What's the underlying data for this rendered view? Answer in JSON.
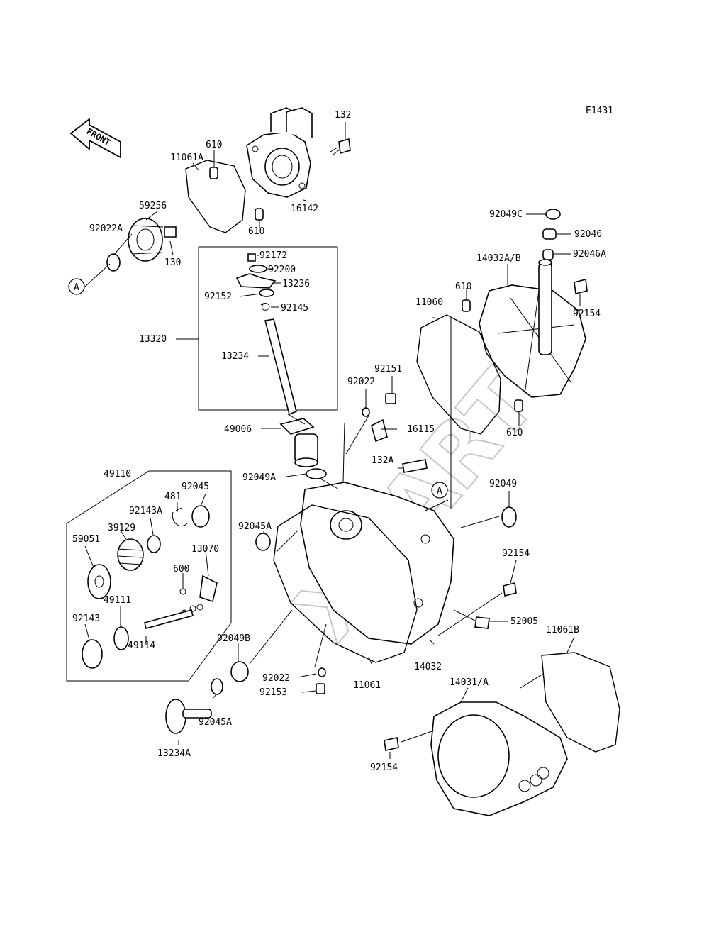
{
  "diagram_code": "E1431",
  "front_label": "FRONT",
  "watermark": "XBARTS",
  "ref_marks": [
    "A",
    "A"
  ],
  "parts": [
    {
      "id": "132",
      "label": "132"
    },
    {
      "id": "610a",
      "label": "610"
    },
    {
      "id": "11061a",
      "label": "11061A"
    },
    {
      "id": "16142",
      "label": "16142"
    },
    {
      "id": "610b",
      "label": "610"
    },
    {
      "id": "59256",
      "label": "59256"
    },
    {
      "id": "92022a",
      "label": "92022A"
    },
    {
      "id": "130",
      "label": "130"
    },
    {
      "id": "92172",
      "label": "92172"
    },
    {
      "id": "92200",
      "label": "92200"
    },
    {
      "id": "13236",
      "label": "13236"
    },
    {
      "id": "92152",
      "label": "92152"
    },
    {
      "id": "92145",
      "label": "92145"
    },
    {
      "id": "13320",
      "label": "13320"
    },
    {
      "id": "13234",
      "label": "13234"
    },
    {
      "id": "49006",
      "label": "49006"
    },
    {
      "id": "92049c",
      "label": "92049C"
    },
    {
      "id": "92046",
      "label": "92046"
    },
    {
      "id": "14032ab",
      "label": "14032A/B"
    },
    {
      "id": "92046a",
      "label": "92046A"
    },
    {
      "id": "610c",
      "label": "610"
    },
    {
      "id": "11060",
      "label": "11060"
    },
    {
      "id": "92154a",
      "label": "92154"
    },
    {
      "id": "92151",
      "label": "92151"
    },
    {
      "id": "92022",
      "label": "92022"
    },
    {
      "id": "16115",
      "label": "16115"
    },
    {
      "id": "610d",
      "label": "610"
    },
    {
      "id": "132a",
      "label": "132A"
    },
    {
      "id": "92049a",
      "label": "92049A"
    },
    {
      "id": "92049",
      "label": "92049"
    },
    {
      "id": "49110",
      "label": "49110"
    },
    {
      "id": "92045",
      "label": "92045"
    },
    {
      "id": "481",
      "label": "481"
    },
    {
      "id": "92143a",
      "label": "92143A"
    },
    {
      "id": "39129",
      "label": "39129"
    },
    {
      "id": "59051",
      "label": "59051"
    },
    {
      "id": "92045a",
      "label": "92045A"
    },
    {
      "id": "13070",
      "label": "13070"
    },
    {
      "id": "600",
      "label": "600"
    },
    {
      "id": "92154b",
      "label": "92154"
    },
    {
      "id": "49111",
      "label": "49111"
    },
    {
      "id": "92143",
      "label": "92143"
    },
    {
      "id": "49114",
      "label": "49114"
    },
    {
      "id": "52005",
      "label": "52005"
    },
    {
      "id": "92049b",
      "label": "92049B"
    },
    {
      "id": "14032",
      "label": "14032"
    },
    {
      "id": "11061b",
      "label": "11061B"
    },
    {
      "id": "92022b",
      "label": "92022"
    },
    {
      "id": "11061",
      "label": "11061"
    },
    {
      "id": "92153",
      "label": "92153"
    },
    {
      "id": "14031a",
      "label": "14031/A"
    },
    {
      "id": "92045a2",
      "label": "92045A"
    },
    {
      "id": "13234a",
      "label": "13234A"
    },
    {
      "id": "92154c",
      "label": "92154"
    }
  ]
}
